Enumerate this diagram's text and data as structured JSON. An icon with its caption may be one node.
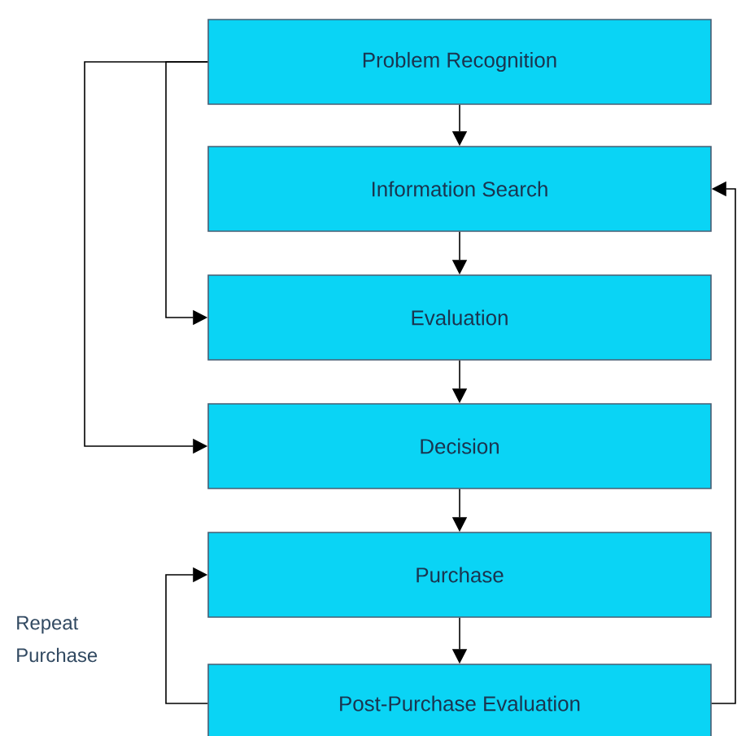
{
  "diagram": {
    "nodes": [
      {
        "text": [
          "Problem Recognition"
        ]
      },
      {
        "text": [
          "Information Search"
        ]
      },
      {
        "text": [
          "Evaluation"
        ]
      },
      {
        "text": [
          "Decision"
        ]
      },
      {
        "text": [
          "Purchase"
        ]
      },
      {
        "text": [
          "Post-Purchase Evaluation"
        ]
      }
    ],
    "edges": [
      {
        "from": 0,
        "to": 1,
        "arrow": "to"
      },
      {
        "from": 1,
        "to": 2,
        "arrow": "to"
      },
      {
        "from": 2,
        "to": 3,
        "arrow": "to"
      },
      {
        "from": 3,
        "to": 4,
        "arrow": "to"
      },
      {
        "from": 4,
        "to": 5,
        "arrow": "to"
      },
      {
        "from": 0,
        "to": 2,
        "arrow": "to"
      },
      {
        "from": 0,
        "to": 3,
        "arrow": "to"
      },
      {
        "from": 5,
        "to": 4,
        "arrow": "to",
        "label": "Repeat Purchase"
      },
      {
        "from": 5,
        "to": 1,
        "arrow": "to"
      }
    ]
  }
}
